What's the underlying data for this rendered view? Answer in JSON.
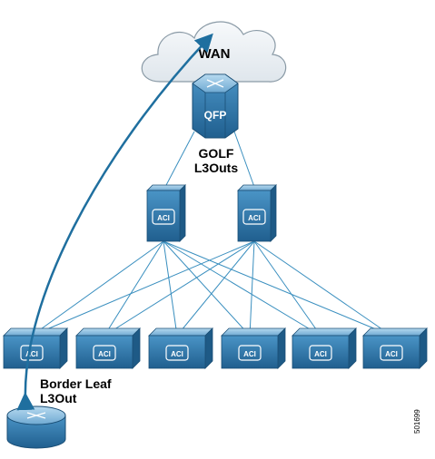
{
  "cloud": {
    "label": "WAN"
  },
  "router": {
    "label": "QFP"
  },
  "golf": {
    "line1": "GOLF",
    "line2": "L3Outs"
  },
  "device_label": "ACI",
  "spines": [
    {
      "label": "ACI"
    },
    {
      "label": "ACI"
    }
  ],
  "leaves": [
    {
      "label": "ACI"
    },
    {
      "label": "ACI"
    },
    {
      "label": "ACI"
    },
    {
      "label": "ACI"
    },
    {
      "label": "ACI"
    },
    {
      "label": "ACI"
    }
  ],
  "border_leaf": {
    "line1": "Border Leaf",
    "line2": "L3Out"
  },
  "figure_id": "501699",
  "colors": {
    "device_blue": "#2f77aa",
    "device_top": "#8cc1e3",
    "link": "#3a8fbf",
    "cloud": "#e9eef2",
    "arrow": "#1f6f9f"
  }
}
